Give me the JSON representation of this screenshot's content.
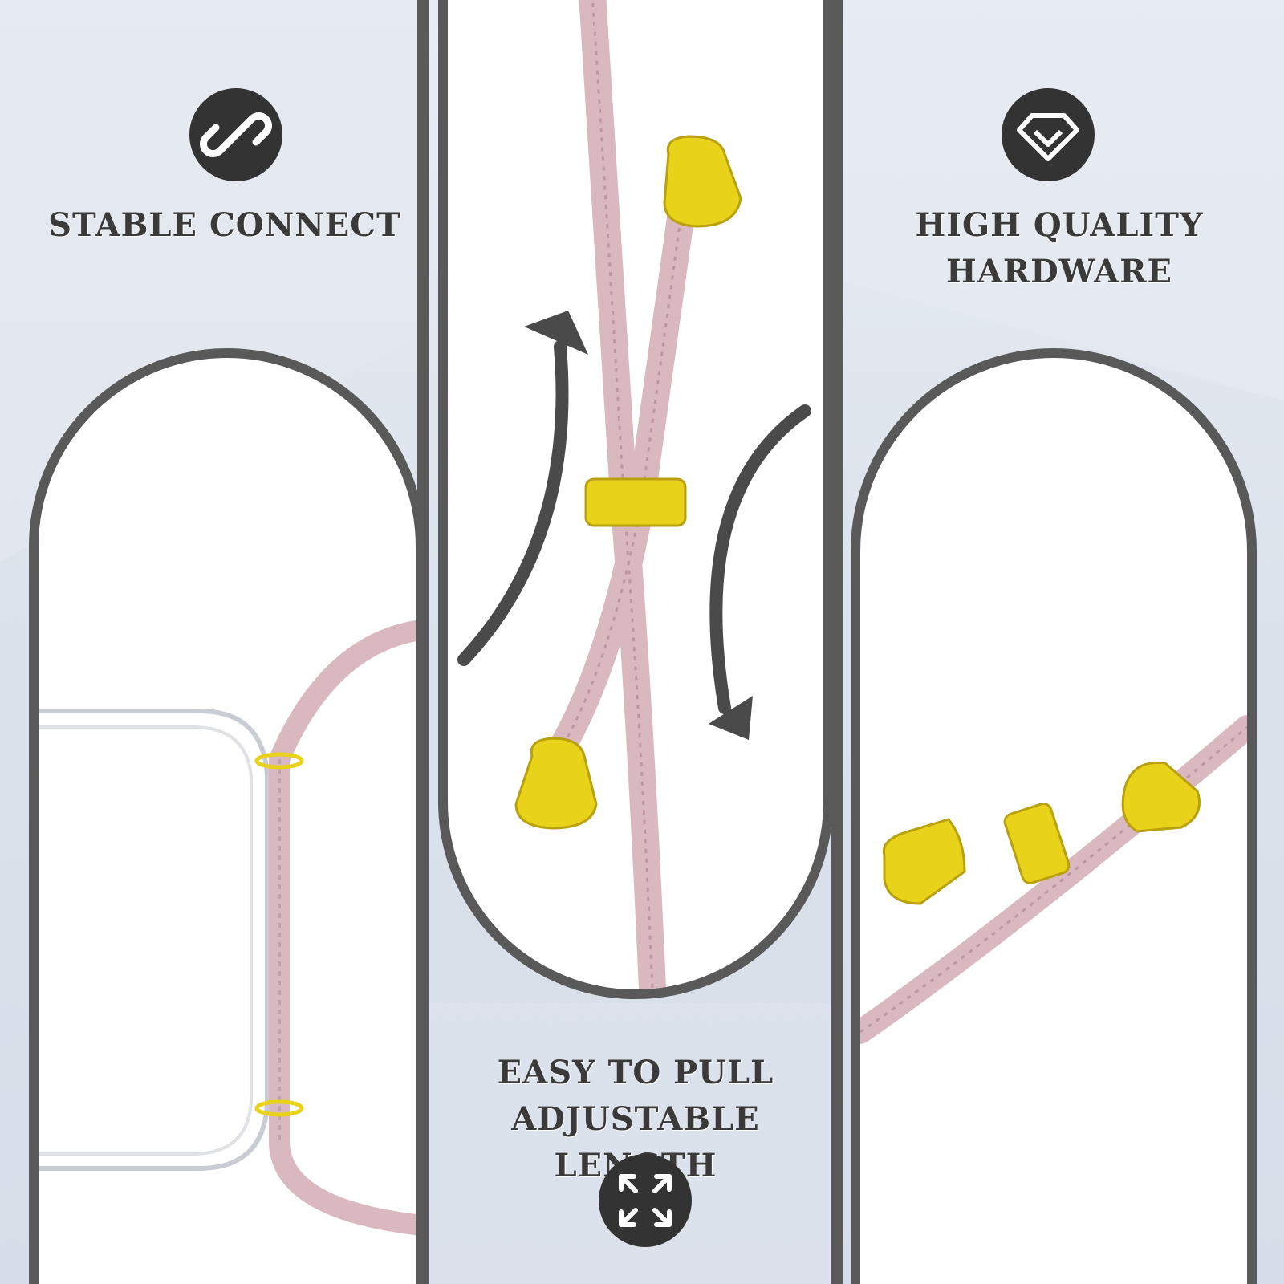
{
  "features": {
    "stable": {
      "label": "STABLE CONNECT",
      "icon": "link-icon"
    },
    "quality": {
      "line1": "HIGH QUALITY",
      "line2": "HARDWARE",
      "icon": "diamond-icon"
    },
    "pull": {
      "line1": "EASY TO PULL",
      "line2": "ADJUSTABLE LENGTH",
      "icon": "expand-arrows-icon"
    }
  },
  "colors": {
    "frame": "#595959",
    "badge": "#333333",
    "cord": "#d9b8bf",
    "gold": "#e8d21a"
  }
}
